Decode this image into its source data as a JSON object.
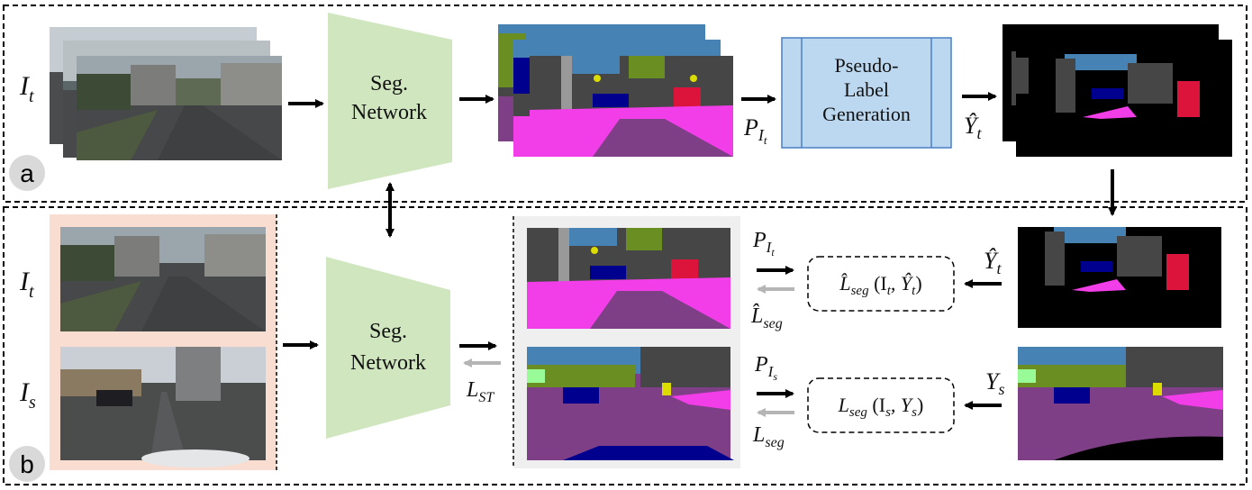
{
  "colors": {
    "network_fill": "#cfe6bf",
    "pseudo_fill": "#bcd8f0",
    "pseudo_stroke": "#4a7fc4",
    "input_panel_fill": "#f8ddd0",
    "output_panel_fill": "#efefef",
    "seg_road": "#7f3f86",
    "seg_sidewalk": "#f23ee8",
    "seg_building": "#464646",
    "seg_vegetation": "#6b8e23",
    "seg_sky": "#4682b4",
    "seg_car": "#00008e",
    "seg_person": "#dc143c",
    "seg_pole": "#999999",
    "seg_sign": "#dcdc00",
    "seg_terrain": "#98fb98",
    "arrow_main": "#000000",
    "arrow_grad": "#b5b5b5",
    "circle_fill": "#d9d9d9"
  },
  "panel_a": {
    "label": "a",
    "input_label_main": "I",
    "input_label_sub": "t",
    "network_line1": "Seg.",
    "network_line2": "Network",
    "prob_label_main": "P",
    "prob_label_sub1": "I",
    "prob_label_sub2": "t",
    "pseudo_line1": "Pseudo-",
    "pseudo_line2": "Label",
    "pseudo_line3": "Generation",
    "pseudo_output_main": "Ŷ",
    "pseudo_output_sub": "t"
  },
  "panel_b": {
    "label": "b",
    "target_label_main": "I",
    "target_label_sub": "t",
    "source_label_main": "I",
    "source_label_sub": "s",
    "network_line1": "Seg.",
    "network_line2": "Network",
    "loss_st_main": "L",
    "loss_st_sub": "ST",
    "target_pred_main": "P",
    "target_pred_sub1": "I",
    "target_pred_sub2": "t",
    "target_grad_main": "L̂",
    "target_grad_sub": "seg",
    "target_loss_main": "L̂",
    "target_loss_sub": "seg",
    "target_loss_args": "(I",
    "target_loss_args_sub1": "t",
    "target_loss_args_mid": ", Ŷ",
    "target_loss_args_sub2": "t",
    "target_loss_args_end": ")",
    "target_gt_main": "Ŷ",
    "target_gt_sub": "t",
    "source_pred_main": "P",
    "source_pred_sub1": "I",
    "source_pred_sub2": "s",
    "source_grad_main": "L",
    "source_grad_sub": "seg",
    "source_loss_main": "L",
    "source_loss_sub": "seg",
    "source_loss_args": "(I",
    "source_loss_args_sub1": "s",
    "source_loss_args_mid": ", Y",
    "source_loss_args_sub2": "s",
    "source_loss_args_end": ")",
    "source_gt_main": "Y",
    "source_gt_sub": "s"
  }
}
